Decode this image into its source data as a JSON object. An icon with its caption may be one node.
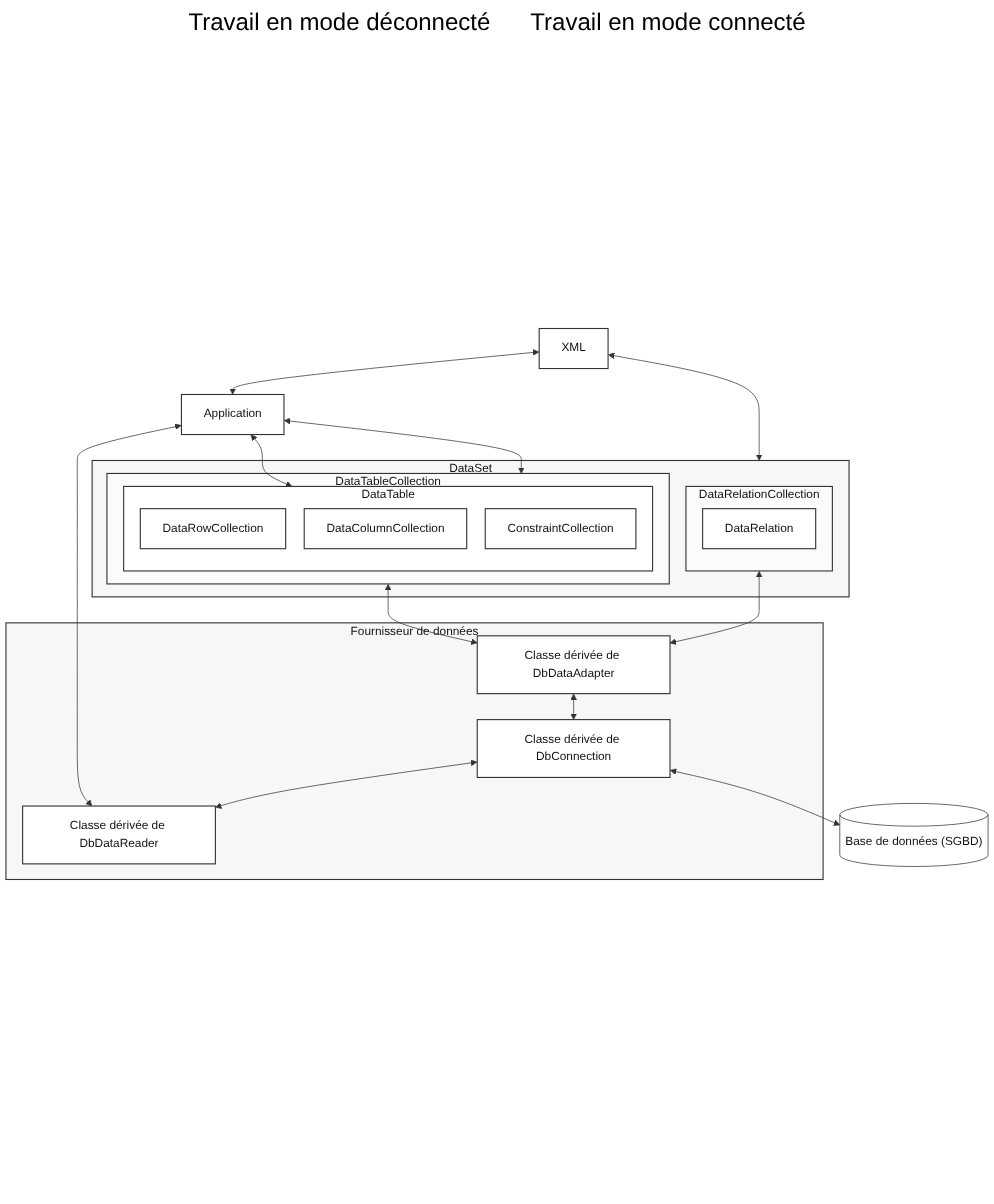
{
  "diagram": {
    "nodes": [
      {
        "text": [
          "XML"
        ]
      },
      {
        "text": [
          "Application"
        ]
      },
      {
        "text": [
          "DataSet"
        ]
      },
      {
        "text": [
          "DataTableCollection"
        ],
        "in": 2
      },
      {
        "text": [
          "DataTable"
        ],
        "in": 3
      },
      {
        "text": [
          "DataRowCollection"
        ],
        "in": 4
      },
      {
        "text": [
          "DataColumnCollection"
        ],
        "in": 4
      },
      {
        "text": [
          "ConstraintCollection"
        ],
        "in": 4
      },
      {
        "text": [
          "DataRelationCollection"
        ],
        "in": 2
      },
      {
        "text": [
          "DataRelation"
        ],
        "in": 8
      },
      {
        "text": [
          "Fournisseur de données"
        ]
      },
      {
        "text": [
          "Classe dérivée de DbDataAdapter"
        ],
        "in": 10
      },
      {
        "text": [
          "Classe dérivée de DbConnection"
        ],
        "in": 10
      },
      {
        "text": [
          "Classe dérivée de DbDataReader"
        ],
        "in": 10
      },
      {
        "text": [
          "Base de données (SGBD)"
        ]
      }
    ],
    "edges": [
      {
        "from": 0,
        "to": 2,
        "arrow": "both"
      },
      {
        "from": 0,
        "to": 1,
        "arrow": "both"
      },
      {
        "from": 1,
        "to": 4,
        "arrow": "both"
      },
      {
        "from": 1,
        "to": 3,
        "arrow": "both"
      },
      {
        "from": 8,
        "to": 11,
        "arrow": "both"
      },
      {
        "from": 3,
        "to": 11,
        "arrow": "both"
      },
      {
        "from": 11,
        "to": 12,
        "arrow": "both"
      },
      {
        "from": 12,
        "to": 13,
        "arrow": "both"
      },
      {
        "from": 12,
        "to": 14,
        "arrow": "both"
      },
      {
        "from": 1,
        "to": 13,
        "arrow": "both"
      }
    ],
    "labels": [
      "Travail en mode déconnecté",
      "Travail en mode connecté"
    ]
  }
}
